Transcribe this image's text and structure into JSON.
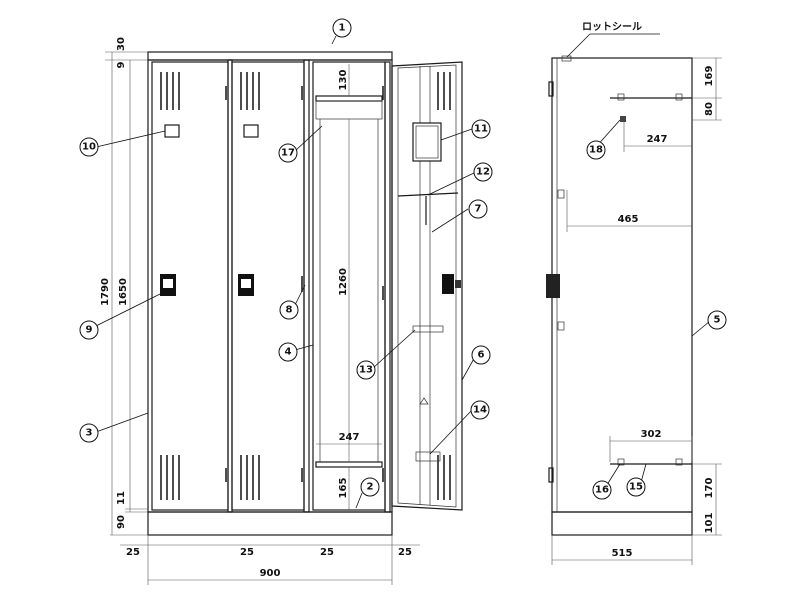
{
  "front_view": {
    "dimensions": {
      "top_30": "30",
      "top_9": "9",
      "total_height_1790": "1790",
      "body_height_1650": "1650",
      "bottom_11": "11",
      "base_90": "90",
      "shelf_gap_130": "130",
      "inner_1260": "1260",
      "inner_width_247": "247",
      "bottom_gap_165": "165",
      "side_25_a": "25",
      "side_25_b": "25",
      "side_25_c": "25",
      "side_25_d": "25",
      "total_width_900": "900"
    }
  },
  "side_view": {
    "label_lock_seal": "ロットシール",
    "dimensions": {
      "top_169": "169",
      "hook_80": "80",
      "shelf_247": "247",
      "depth_465": "465",
      "lower_302": "302",
      "bottom_170": "170",
      "base_101": "101",
      "total_depth_515": "515"
    }
  },
  "callouts": [
    "1",
    "2",
    "3",
    "4",
    "5",
    "6",
    "7",
    "8",
    "9",
    "10",
    "11",
    "12",
    "13",
    "14",
    "15",
    "16",
    "17",
    "18"
  ]
}
